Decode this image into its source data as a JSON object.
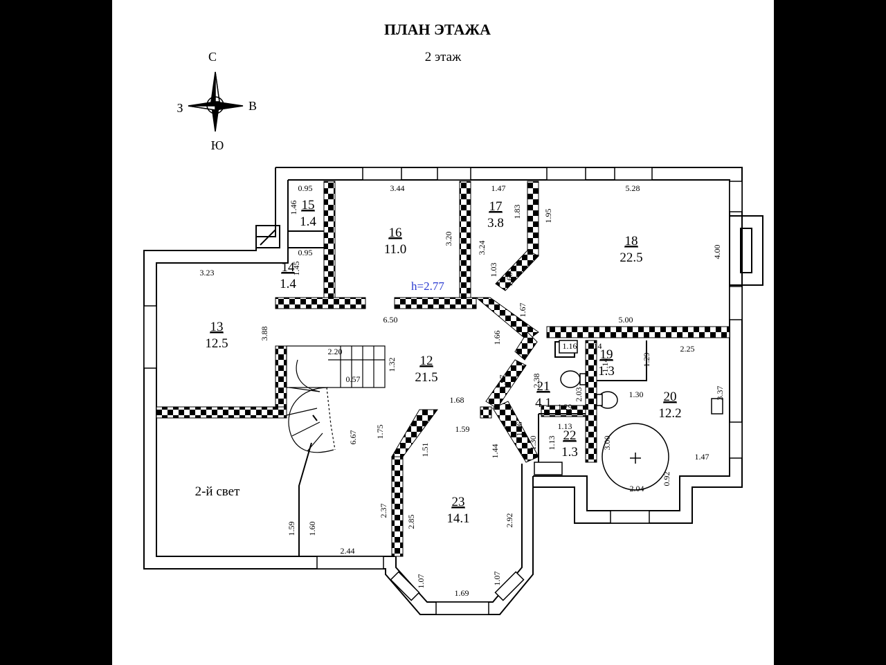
{
  "title": "ПЛАН ЭТАЖА",
  "floor": "2 этаж",
  "ceiling_height": "h=2.77",
  "compass": {
    "north": "С",
    "south": "Ю",
    "west": "З",
    "east": "В"
  },
  "rooms": [
    {
      "id": "room-12",
      "number": "12",
      "area": "21.5"
    },
    {
      "id": "room-13",
      "number": "13",
      "area": "12.5"
    },
    {
      "id": "room-14",
      "number": "14",
      "area": "1.4"
    },
    {
      "id": "room-15",
      "number": "15",
      "area": "1.4"
    },
    {
      "id": "room-16",
      "number": "16",
      "area": "11.0"
    },
    {
      "id": "room-17",
      "number": "17",
      "area": "3.8"
    },
    {
      "id": "room-18",
      "number": "18",
      "area": "22.5"
    },
    {
      "id": "room-19",
      "number": "19",
      "area": "1.3"
    },
    {
      "id": "room-20",
      "number": "20",
      "area": "12.2"
    },
    {
      "id": "room-21",
      "number": "21",
      "area": "4.1"
    },
    {
      "id": "room-22",
      "number": "22",
      "area": "1.3"
    },
    {
      "id": "room-23",
      "number": "23",
      "area": "14.1"
    }
  ],
  "second_light": "2-й свет",
  "dimensions": [
    "0.95",
    "1.46",
    "3.44",
    "1.47",
    "1.83",
    "5.28",
    "1.95",
    "3.20",
    "3.24",
    "4.00",
    "0.95",
    "1.45",
    "3.23",
    "1.03",
    "1.68",
    "1.67",
    "6.50",
    "5.00",
    "3.88",
    "1.66",
    "1.16",
    "1.14",
    "1.14",
    "1.29",
    "2.25",
    "2.20",
    "1.32",
    "1.97",
    "2.38",
    "2.03",
    "1.30",
    "3.37",
    "0.57",
    "1.29",
    "1.68",
    "1.13",
    "1.59",
    "1.75",
    "1.56",
    "1.13",
    "1.30",
    "3.00",
    "1.47",
    "6.67",
    "1.51",
    "1.44",
    "0.92",
    "2.04",
    "2.37",
    "2.85",
    "2.92",
    "1.59",
    "1.60",
    "2.44",
    "1.07",
    "1.07",
    "1.69"
  ]
}
